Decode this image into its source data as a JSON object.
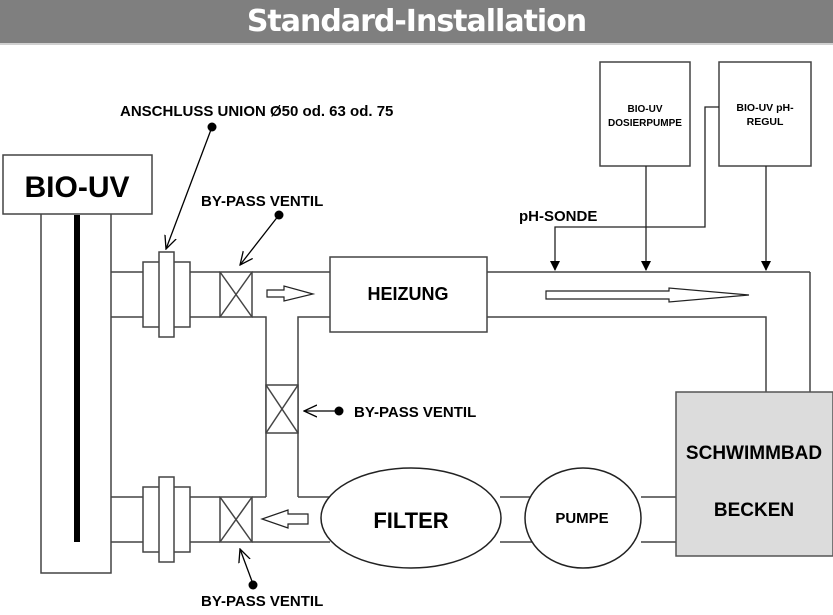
{
  "title": "Standard-Installation",
  "components": {
    "bio_uv": "BIO-UV",
    "heizung": "HEIZUNG",
    "filter": "FILTER",
    "pumpe": "PUMPE",
    "pool_line1": "SCHWIMMBAD",
    "pool_line2": "BECKEN",
    "dosierpumpe_line1": "BIO-UV",
    "dosierpumpe_line2": "DOSIERPUMPE",
    "ph_regul_line1": "BIO-UV pH-",
    "ph_regul_line2": "REGUL"
  },
  "labels": {
    "anschluss_union": "ANSCHLUSS UNION Ø50 od. 63 od. 75",
    "bypass_top": "BY-PASS VENTIL",
    "bypass_middle": "BY-PASS VENTIL",
    "bypass_bottom": "BY-PASS VENTIL",
    "ph_sonde": "pH-SONDE"
  },
  "colors": {
    "title_bg": "#7f7f7f",
    "pool_fill": "#dcdcdc",
    "line": "#333333"
  }
}
